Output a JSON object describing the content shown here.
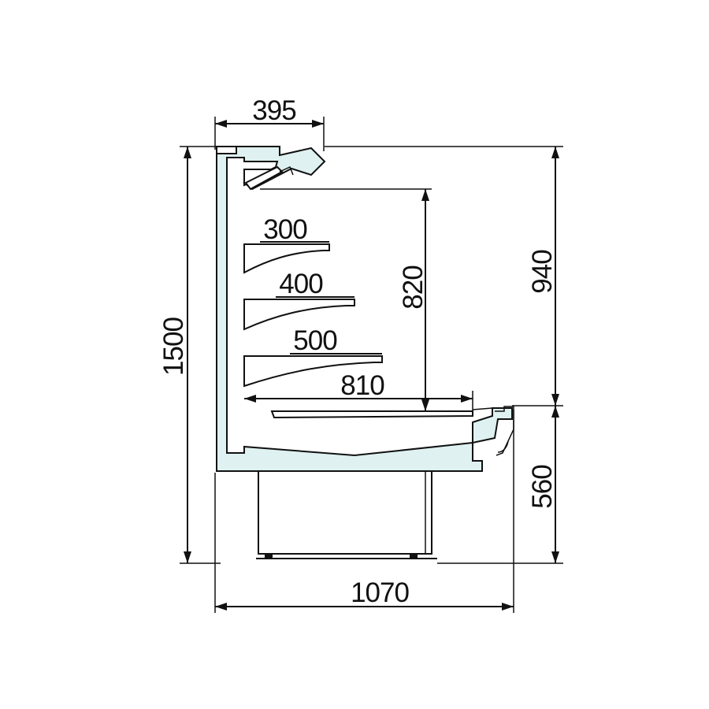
{
  "dimensions": {
    "top_depth": "395",
    "total_height": "1500",
    "upper_height": "940",
    "display_height": "820",
    "lower_height": "560",
    "total_depth": "1070",
    "shelf_1": "300",
    "shelf_2": "400",
    "shelf_3": "500",
    "base_depth": "810"
  },
  "colors": {
    "body_fill": "#dff1f1",
    "line": "#111111",
    "background": "#ffffff"
  }
}
